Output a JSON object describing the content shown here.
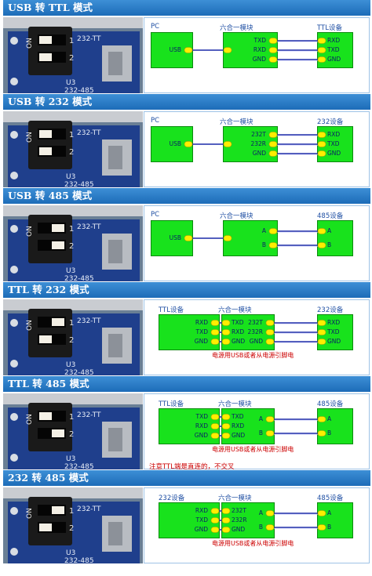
{
  "colors": {
    "header": "#2b7cc8",
    "box": "#18e21c",
    "wire": "#1c2aa8",
    "pad": "#ffee00",
    "note": "#cc0000"
  },
  "sections": [
    {
      "title": "USB 转 TTL 模式",
      "left": "PC",
      "mid": "六合一模块",
      "right": "TTL设备",
      "lpins": [
        "USB"
      ],
      "mpins_l": [
        ""
      ],
      "mpins_r": [
        "TXD",
        "RXD",
        "GND"
      ],
      "rpins": [
        "RXD",
        "TXD",
        "GND"
      ],
      "note": ""
    },
    {
      "title": "USB 转 232 模式",
      "left": "PC",
      "mid": "六合一模块",
      "right": "232设备",
      "lpins": [
        "USB"
      ],
      "mpins_l": [
        ""
      ],
      "mpins_r": [
        "232T",
        "232R",
        "GND"
      ],
      "rpins": [
        "RXD",
        "TXD",
        "GND"
      ],
      "note": ""
    },
    {
      "title": "USB 转 485 模式",
      "left": "PC",
      "mid": "六合一模块",
      "right": "485设备",
      "lpins": [
        "USB"
      ],
      "mpins_l": [
        ""
      ],
      "mpins_r": [
        "A",
        "B"
      ],
      "rpins": [
        "A",
        "B"
      ],
      "note": ""
    },
    {
      "title": "TTL 转 232 模式",
      "left": "TTL设备",
      "mid": "六合一模块",
      "right": "232设备",
      "lpins": [
        "RXD",
        "TXD",
        "GND"
      ],
      "mpins_l": [
        "TXD",
        "RXD",
        "GND"
      ],
      "mpins_r": [
        "232T",
        "232R",
        "GND"
      ],
      "rpins": [
        "RXD",
        "TXD",
        "GND"
      ],
      "note": "电源用USB或者从电源引脚电"
    },
    {
      "title": "TTL 转 485 模式",
      "left": "TTL设备",
      "mid": "六合一模块",
      "right": "485设备",
      "lpins": [
        "TXD",
        "RXD",
        "GND"
      ],
      "mpins_l": [
        "TXD",
        "RXD",
        "GND"
      ],
      "mpins_r": [
        "A",
        "B"
      ],
      "rpins": [
        "A",
        "B"
      ],
      "note": "电源用USB或者从电源引脚电"
    },
    {
      "title": "232 转 485 模式",
      "left": "232设备",
      "mid": "六合一模块",
      "right": "485设备",
      "lpins": [
        "RXD",
        "TXD",
        "GND"
      ],
      "mpins_l": [
        "232T",
        "232R",
        "GND"
      ],
      "mpins_r": [
        "A",
        "B"
      ],
      "rpins": [
        "A",
        "B"
      ],
      "note": "电源用USB或者从电源引脚电"
    }
  ],
  "ttl_note": "注意TTL端是直连的，不交叉",
  "photo_labels": {
    "board_text": "232-TT",
    "u3": "U3",
    "bottom": "232-485",
    "on": "ON",
    "nums": [
      "1",
      "2"
    ]
  }
}
